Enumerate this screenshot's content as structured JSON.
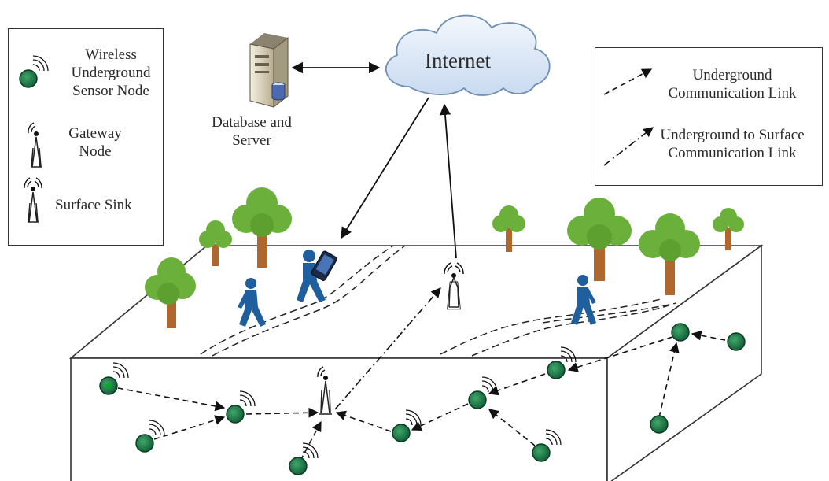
{
  "legend_left": {
    "sensor_label_line1": "Wireless",
    "sensor_label_line2": "Underground",
    "sensor_label_line3": "Sensor Node",
    "gateway_label_line1": "Gateway",
    "gateway_label_line2": "Node",
    "sink_label": "Surface Sink"
  },
  "legend_right": {
    "ug_link_line1": "Underground",
    "ug_link_line2": "Communication Link",
    "ug_surface_line1": "Underground to Surface",
    "ug_surface_line2": "Communication Link"
  },
  "top": {
    "internet_label": "Internet",
    "server_label_line1": "Database and",
    "server_label_line2": "Server"
  },
  "colors": {
    "sensor_fill": "#1f7a45",
    "tree_canopy": "#6bb03a",
    "tree_trunk": "#b0672e",
    "person": "#1f5f9e",
    "cloud_fill": "#dde9f7",
    "cloud_stroke": "#6f8fb5"
  }
}
